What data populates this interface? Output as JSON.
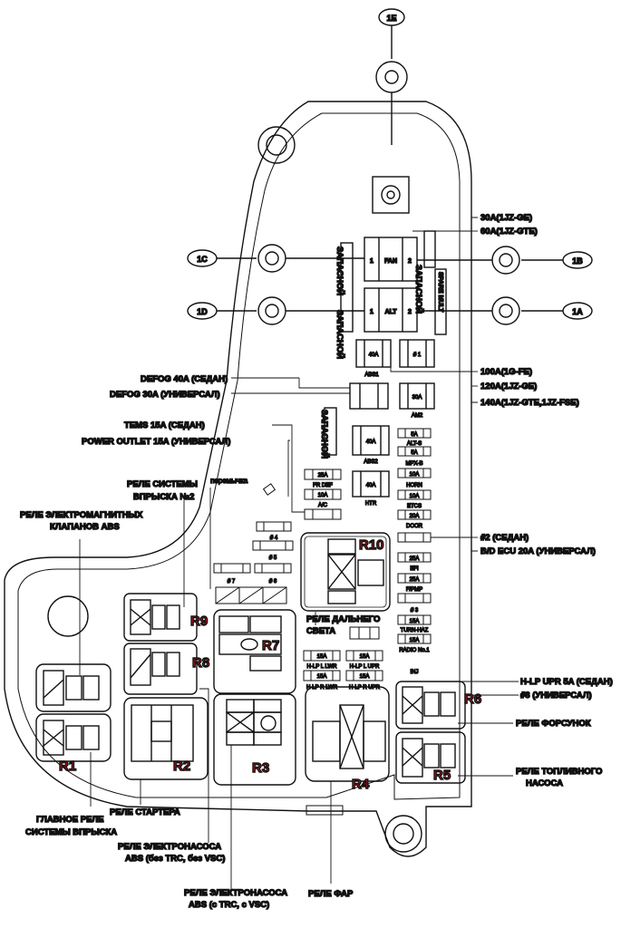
{
  "connectors": {
    "c1e": "1E",
    "c1c": "1C",
    "c1b": "1B",
    "c1d": "1D",
    "c1a": "1A"
  },
  "fuses_top": {
    "fan": "FAN",
    "alt": "ALT",
    "pin1": "1",
    "pin2": "2",
    "spare_left_1": "ЗАПАСНОЙ",
    "spare_left_2": "ЗАПАСНОЙ",
    "spare_right": "ЗАПАСНОЙ",
    "spare_mult": "SPARE MULT",
    "spare_mid": "ЗАПАСНОЙ"
  },
  "right_labels": {
    "fan_a": "30A(1JZ-GE)",
    "fan_b": "60A(1JZ-GTE)",
    "alt_a": "100A(1G-FE)",
    "alt_b": "120A(1JZ-GE)",
    "alt_c": "140A(1JZ-GTE,1JZ-FSE)",
    "dome_a": "#2 (СЕДАН)",
    "dome_b": "B/D ECU 20A (УНИВЕРСАЛ)",
    "hlp_a": "H-LP UPR 5A (СЕДАН)",
    "hlp_b": "#8 (УНИВЕРСАЛ)",
    "injector": "РЕЛЕ ФОРСУНОК",
    "fuel_pump_a": "РЕЛЕ ТОПЛИВНОГО",
    "fuel_pump_b": "НАСОСА"
  },
  "left_labels": {
    "defog_a": "DEFOG 40A (СЕДАН)",
    "defog_b": "DEFOG 30A (УНИВЕРСАЛ)",
    "tems_a": "TEMS 15A (СЕДАН)",
    "tems_b": "POWER OUTLET 15A (УНИВЕРСАЛ)",
    "inj2_a": "РЕЛЕ СИСТЕМЫ",
    "inj2_b": "ВПРЫСКА №2",
    "jumper": "перемычка",
    "abs_sol_a": "РЕЛЕ ЭЛЕКТРОМАГНИТНЫХ",
    "abs_sol_b": "КЛАПАНОВ ABS"
  },
  "bottom_labels": {
    "main_a": "ГЛАВНОЕ РЕЛЕ",
    "main_b": "СИСТЕМЫ ВПРЫСКА",
    "starter": "РЕЛЕ СТАРТЕРА",
    "abs_pump1_a": "РЕЛЕ ЭЛЕКТРОНАСОСА",
    "abs_pump1_b": "ABS (без TRC, без VSC)",
    "abs_pump2_a": "РЕЛЕ ЭЛЕКТРОНАСОСА",
    "abs_pump2_b": "ABS  (с TRC, с VSC)",
    "headlight": "РЕЛЕ ФАР",
    "high_beam_a": "РЕЛЕ ДАЛЬНЕГО",
    "high_beam_b": "СВЕТА"
  },
  "relays": {
    "r1": "R1",
    "r2": "R2",
    "r3": "R3",
    "r4": "R4",
    "r5": "R5",
    "r6": "R6",
    "r7": "R7",
    "r8": "R8",
    "r9": "R9",
    "r10": "R10"
  },
  "fuses": {
    "abs1": "ABS1",
    "abs1_val": "40A",
    "am2": "AM2",
    "am2_val": "30A",
    "n1": "# 1",
    "abs2": "ABS2",
    "abs2_val": "40A",
    "htr": "HTR",
    "htr_val": "40A",
    "alts": "ALT-S",
    "alts_val": "5A",
    "mpxb": "MPX-B",
    "mpxb_val": "5A",
    "horn": "HORN",
    "horn_val": "10A",
    "etcs": "ETCS",
    "etcs_val": "10A",
    "door": "DOOR",
    "door_val": "20A",
    "frdef": "FR DEF",
    "frdef_val": "25A",
    "ac": "A/C",
    "ac_val": "10A",
    "n4": "# 4",
    "n5": "# 5",
    "n7": "# 7",
    "n6": "# 6",
    "efi": "EFI",
    "efi_val": "25A",
    "fpmp": "F/PMP",
    "fpmp_val": "25A",
    "n3": "# 3",
    "turnhaz": "TURN-HAZ",
    "turnhaz_val": "15A",
    "radio": "RADIO No.1",
    "radio_val": "15A",
    "inj": "INJ",
    "hlp_l_lwr": "H-LP L LWR",
    "hlp_r_lwr": "H-LP R LWR",
    "hlp_l_upr": "H-LP L UPR",
    "hlp_r_upr": "H-LP R UPR",
    "v15": "15A"
  }
}
